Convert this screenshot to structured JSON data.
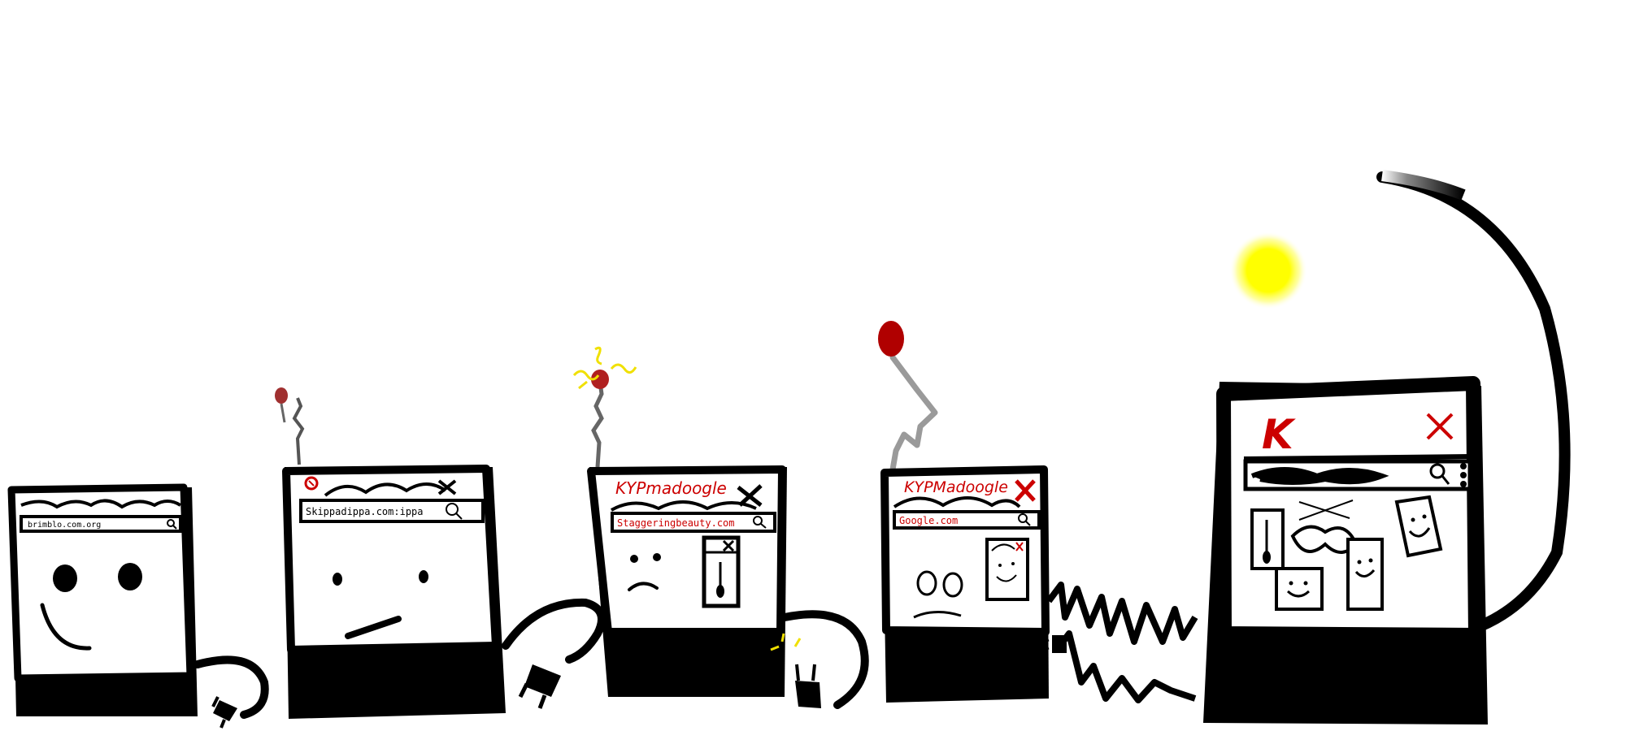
{
  "scene": {
    "colors": {
      "ink": "#000000",
      "paper": "#ffffff",
      "accent_red": "#cc0000",
      "bulb": "#ffff00",
      "cable_grey": "#9a9a9a",
      "antenna_grey": "#777777"
    }
  },
  "characters": [
    {
      "url": "brimblo.com.org",
      "brand": "",
      "expression": "smile",
      "accessory": "plug-hand"
    },
    {
      "url": "Skippadippa.com:ippa",
      "brand": "",
      "expression": "neutral",
      "accessory": "antenna"
    },
    {
      "url": "Staggeringbeauty.com",
      "brand": "KYPmadoogle",
      "expression": "frown",
      "accessory": "buzzing-antenna"
    },
    {
      "url": "Google.com",
      "brand": "KYPMadoogle",
      "expression": "worried",
      "accessory": "antenna"
    },
    {
      "url": "",
      "brand": "K",
      "expression": "none",
      "accessory": "lamp-cable"
    }
  ]
}
